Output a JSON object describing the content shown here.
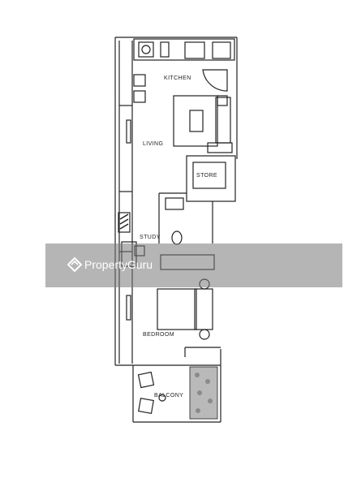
{
  "rooms": {
    "kitchen": "KITCHEN",
    "living": "LIVING",
    "store": "STORE",
    "study": "STUDY",
    "bedroom": "BEDROOM",
    "balcony": "BALCONY"
  },
  "watermark": {
    "text": "PropertyGuru",
    "logo_icon": "house-logo-icon"
  },
  "colors": {
    "wall": "#222222",
    "watermark_band": "#8a8a8a",
    "watermark_text": "#ffffff",
    "planter": "#b9b9b9"
  }
}
